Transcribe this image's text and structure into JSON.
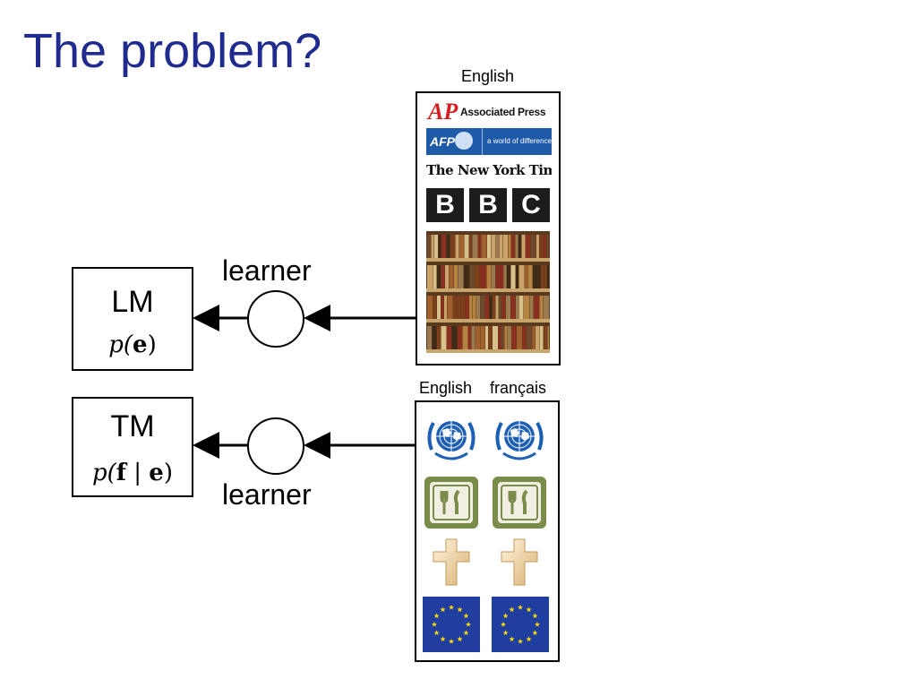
{
  "slide": {
    "title": "The problem?"
  },
  "lm_box": {
    "name": "LM",
    "formula_func": "p(",
    "formula_var": "e",
    "formula_end": ")"
  },
  "tm_box": {
    "name": "TM",
    "formula_func": "p(",
    "formula_var1": "f",
    "formula_mid": " | ",
    "formula_var2": "e",
    "formula_end": ")"
  },
  "learners": {
    "top": "learner",
    "bottom": "learner"
  },
  "monolingual_corpus": {
    "label": "English",
    "logos": {
      "ap_mark": "AP",
      "ap_text": "Associated Press",
      "afp_mark": "AFP",
      "afp_tagline": "a world of difference",
      "nyt_text": "The New York Times",
      "bbc_letters": [
        "B",
        "B",
        "C"
      ]
    }
  },
  "parallel_corpus": {
    "label_left": "English",
    "label_right": "français",
    "rows": [
      "un-emblem-icon",
      "restaurant-sign-icon",
      "cross-icon",
      "eu-flag-icon"
    ]
  },
  "colors": {
    "title": "#1f2b8f",
    "un_blue": "#1d5fb5",
    "restaurant_green": "#7a8c4a",
    "cross_gold": "#e3c28a",
    "eu_blue": "#1f3ea0",
    "eu_star": "#ffdd00"
  }
}
